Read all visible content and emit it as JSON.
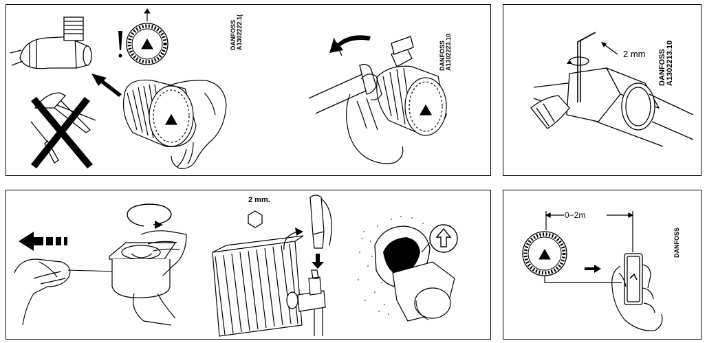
{
  "panels": {
    "top_left": {
      "code1_brand": "DANFOSS",
      "code1_number": "A1302222.1(",
      "code2_brand": "DANFOSS",
      "code2_number": "A1302223.10"
    },
    "top_right": {
      "dimension": "2 mm",
      "code_brand": "DANFOSS",
      "code_number": "A1302213.10"
    },
    "bottom_left": {
      "dimension": "2 mm."
    },
    "bottom_right": {
      "distance": "0−2m",
      "code_brand": "DANFOSS"
    }
  },
  "icons": [
    "exclamation-icon",
    "dial-icon",
    "valve-icon",
    "pliers-icon",
    "screwdriver-icon",
    "cross-icon",
    "hand-icon",
    "pipe-icon",
    "rotate-arrow-icon",
    "allen-key-icon",
    "radiator-icon",
    "sensor-icon",
    "remote-control-icon",
    "arrow-left-icon",
    "arrow-down-icon",
    "arrow-up-icon",
    "hexagon-icon"
  ]
}
